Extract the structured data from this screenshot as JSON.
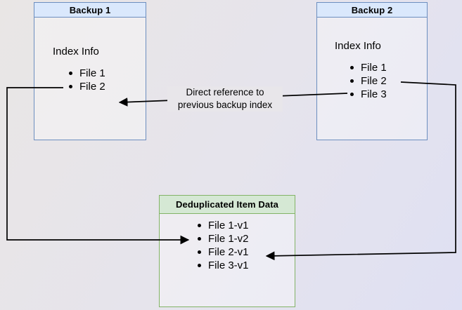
{
  "colors": {
    "canvas_bg_start": "#e9e6e5",
    "canvas_bg_mid": "#e6e4ec",
    "canvas_bg_end": "#dfe0f3",
    "blue_box_border": "#6c8ebf",
    "blue_box_header_bg": "#dae8fc",
    "green_box_border": "#82b366",
    "green_box_header_bg": "#d5e8d4",
    "box_body_bg": "rgba(255,255,255,0.35)",
    "edge_label_bg": "#e8e6ea",
    "connector": "#000000",
    "text": "#000000"
  },
  "backup1": {
    "title": "Backup 1",
    "section_label": "Index Info",
    "files": [
      "File 1",
      "File 2"
    ]
  },
  "backup2": {
    "title": "Backup 2",
    "section_label": "Index Info",
    "files": [
      "File 1",
      "File 2",
      "File 3"
    ]
  },
  "dedup": {
    "title": "Deduplicated Item Data",
    "files": [
      "File 1-v1",
      "File 1-v2",
      "File 2-v1",
      "File 3-v1"
    ]
  },
  "edge_label": {
    "line1": "Direct reference to",
    "line2": "previous backup index"
  },
  "connectors": [
    {
      "name": "backup2-file2-to-backup1-file2",
      "label": "Direct reference to previous backup index"
    },
    {
      "name": "backup1-file1-to-dedup-file1v1",
      "label": ""
    },
    {
      "name": "backup2-file1-to-dedup-file1v2",
      "label": ""
    }
  ]
}
